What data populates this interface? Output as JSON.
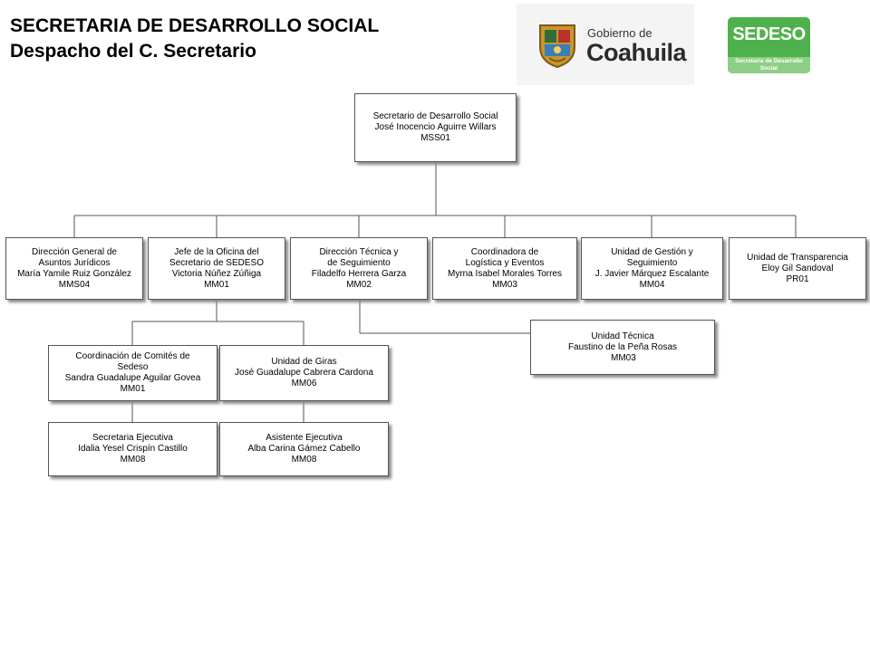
{
  "header": {
    "title_line1": "SECRETARIA DE DESARROLLO SOCIAL",
    "title_line2": "Despacho del C. Secretario"
  },
  "logos": {
    "coahuila_small": "Gobierno de",
    "coahuila_big": "Coahuila",
    "sedeso_big": "SEDESO",
    "sedeso_small_1": "Secretaría de Desarrollo",
    "sedeso_small_2": "Social",
    "sedeso_color": "#4fb14b"
  },
  "org": {
    "top": {
      "lines": [
        "Secretario de Desarrollo Social",
        "José Inocencio Aguirre Willars",
        "MSS01"
      ]
    },
    "level2": [
      {
        "lines": [
          "Dirección General de",
          "Asuntos Jurídicos",
          "María Yamile Ruiz González",
          "MMS04"
        ]
      },
      {
        "lines": [
          "Jefe de la Oficina del",
          "Secretario de SEDESO",
          "Victoria Núñez Zúñiga",
          "MM01"
        ]
      },
      {
        "lines": [
          "Dirección Técnica y",
          "de Seguimiento",
          "Filadelfo Herrera Garza",
          "MM02"
        ]
      },
      {
        "lines": [
          "Coordinadora de",
          "Logística y Eventos",
          "Myrna Isabel Morales Torres",
          "MM03"
        ]
      },
      {
        "lines": [
          "Unidad de Gestión y",
          "Seguimiento",
          "J. Javier Márquez Escalante",
          "MM04"
        ]
      },
      {
        "lines": [
          "Unidad de Transparencia",
          "Eloy Gil Sandoval",
          "PR01"
        ]
      }
    ],
    "level3": [
      {
        "lines": [
          "Coordinación  de Comités de",
          "Sedeso",
          "Sandra Guadalupe Aguilar Govea",
          "MM01"
        ]
      },
      {
        "lines": [
          "Unidad de Giras",
          "José Guadalupe Cabrera Cardona",
          "MM06"
        ]
      },
      {
        "lines": [
          "Unidad Técnica",
          "Faustino de la Peña Rosas",
          "MM03"
        ]
      }
    ],
    "level4": [
      {
        "lines": [
          "Secretaria Ejecutiva",
          "Idalia Yesel Crispín Castillo",
          "MM08"
        ]
      },
      {
        "lines": [
          "Asistente Ejecutiva",
          "Alba Carina Gámez Cabello",
          "MM08"
        ]
      }
    ]
  }
}
